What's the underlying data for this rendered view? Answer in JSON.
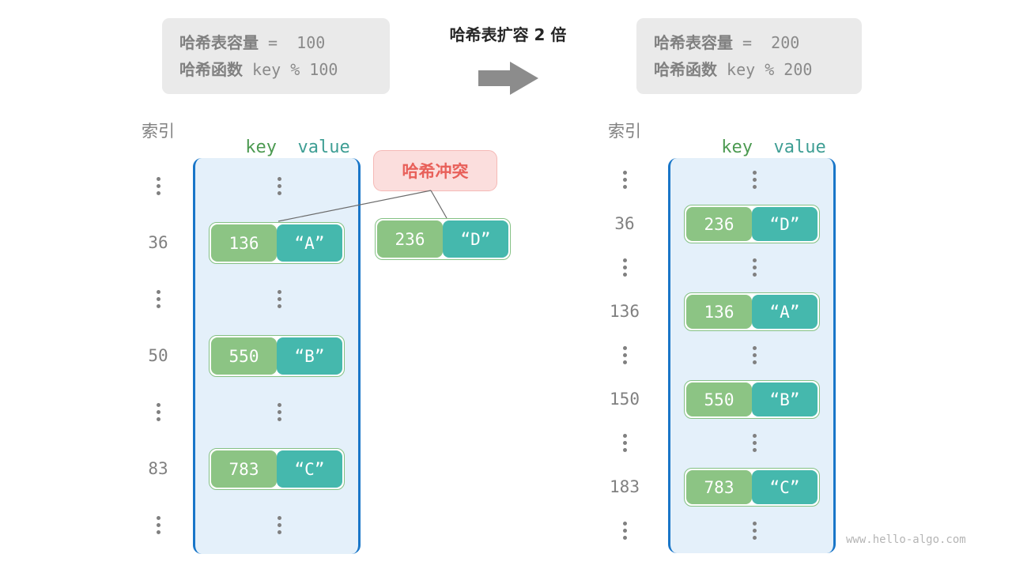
{
  "watermark": "www.hello-algo.com",
  "center": {
    "title": "哈希表扩容 2 倍",
    "arrow_icon": "arrow-right-icon"
  },
  "info_left": {
    "line1_label": "哈希表容量",
    "line1_value": " =  100",
    "line2_label": "哈希函数",
    "line2_value": " key % 100"
  },
  "info_right": {
    "line1_label": "哈希表容量",
    "line1_value": " =  200",
    "line2_label": "哈希函数",
    "line2_value": " key % 200"
  },
  "collision": {
    "label": "哈希冲突",
    "pair": {
      "key": "236",
      "value": "“D”"
    }
  },
  "left_table": {
    "header_index": "索引",
    "header_key": "key",
    "header_value": "value",
    "rows": [
      {
        "index": "",
        "dots": true,
        "pair": null
      },
      {
        "index": "36",
        "dots": false,
        "pair": {
          "key": "136",
          "value": "“A”"
        }
      },
      {
        "index": "",
        "dots": true,
        "pair": null
      },
      {
        "index": "50",
        "dots": false,
        "pair": {
          "key": "550",
          "value": "“B”"
        }
      },
      {
        "index": "",
        "dots": true,
        "pair": null
      },
      {
        "index": "83",
        "dots": false,
        "pair": {
          "key": "783",
          "value": "“C”"
        }
      },
      {
        "index": "",
        "dots": true,
        "pair": null
      }
    ]
  },
  "right_table": {
    "header_index": "索引",
    "header_key": "key",
    "header_value": "value",
    "rows": [
      {
        "index": "",
        "dots": true,
        "pair": null
      },
      {
        "index": "36",
        "dots": false,
        "pair": {
          "key": "236",
          "value": "“D”"
        }
      },
      {
        "index": "",
        "dots": true,
        "pair": null
      },
      {
        "index": "136",
        "dots": false,
        "pair": {
          "key": "136",
          "value": "“A”"
        }
      },
      {
        "index": "",
        "dots": true,
        "pair": null
      },
      {
        "index": "150",
        "dots": false,
        "pair": {
          "key": "550",
          "value": "“B”"
        }
      },
      {
        "index": "",
        "dots": true,
        "pair": null
      },
      {
        "index": "183",
        "dots": false,
        "pair": {
          "key": "783",
          "value": "“C”"
        }
      },
      {
        "index": "",
        "dots": true,
        "pair": null
      }
    ]
  },
  "colors": {
    "table_fill": "#e4f0fa",
    "table_border": "#1976c8",
    "key_cell": "#8cc484",
    "value_cell": "#45b8ad",
    "pair_border": "#84c184",
    "badge_fill": "#fbdedd",
    "badge_text": "#e8605a",
    "infobox_fill": "#eaeaea",
    "muted_text": "#808080",
    "header_key": "#4c9a51",
    "header_value": "#3e9e94"
  }
}
